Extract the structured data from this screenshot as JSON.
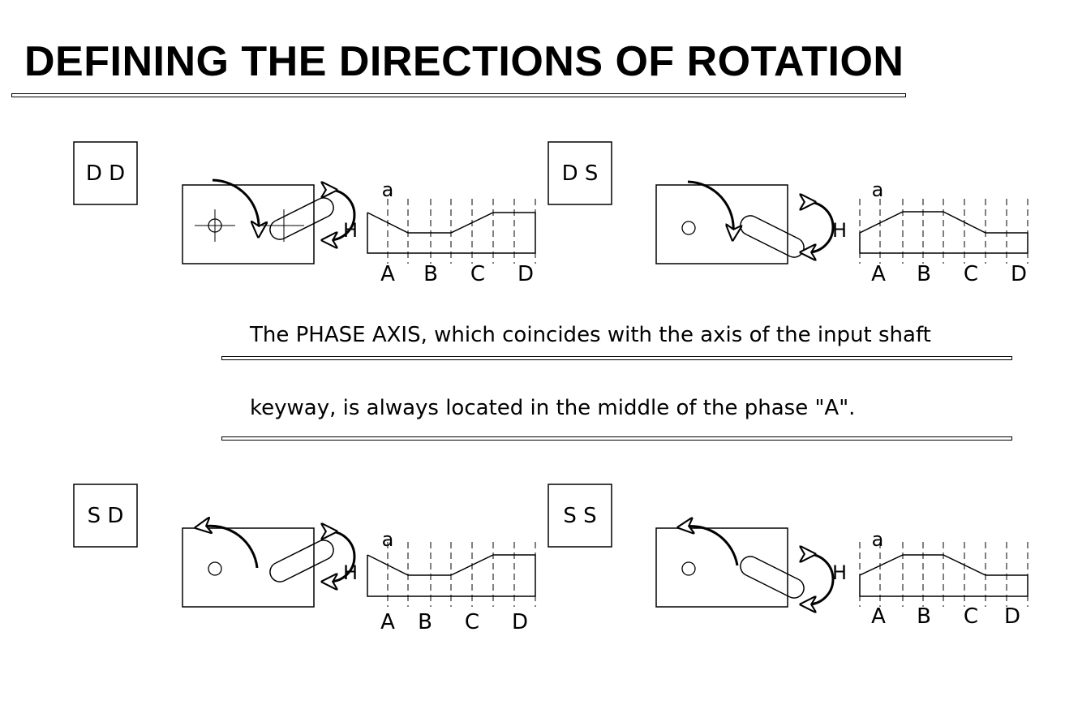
{
  "title": "DEFINING THE DIRECTIONS OF ROTATION",
  "notes": {
    "line1": "The PHASE AXIS, which coincides with the axis of the input shaft",
    "line2": "keyway, is always located in the middle of the phase  \"A\"."
  },
  "panels": [
    {
      "id": "dd",
      "code": "D D",
      "profile_label": "a",
      "height_label": "H",
      "phases": [
        "A",
        "B",
        "C",
        "D"
      ]
    },
    {
      "id": "ds",
      "code": "D S",
      "profile_label": "a",
      "height_label": "H",
      "phases": [
        "A",
        "B",
        "C",
        "D"
      ]
    },
    {
      "id": "sd",
      "code": "S D",
      "profile_label": "a",
      "height_label": "H",
      "phases": [
        "A",
        "B",
        "C",
        "D"
      ]
    },
    {
      "id": "ss",
      "code": "S S",
      "profile_label": "a",
      "height_label": "H",
      "phases": [
        "A",
        "B",
        "C",
        "D"
      ]
    }
  ]
}
